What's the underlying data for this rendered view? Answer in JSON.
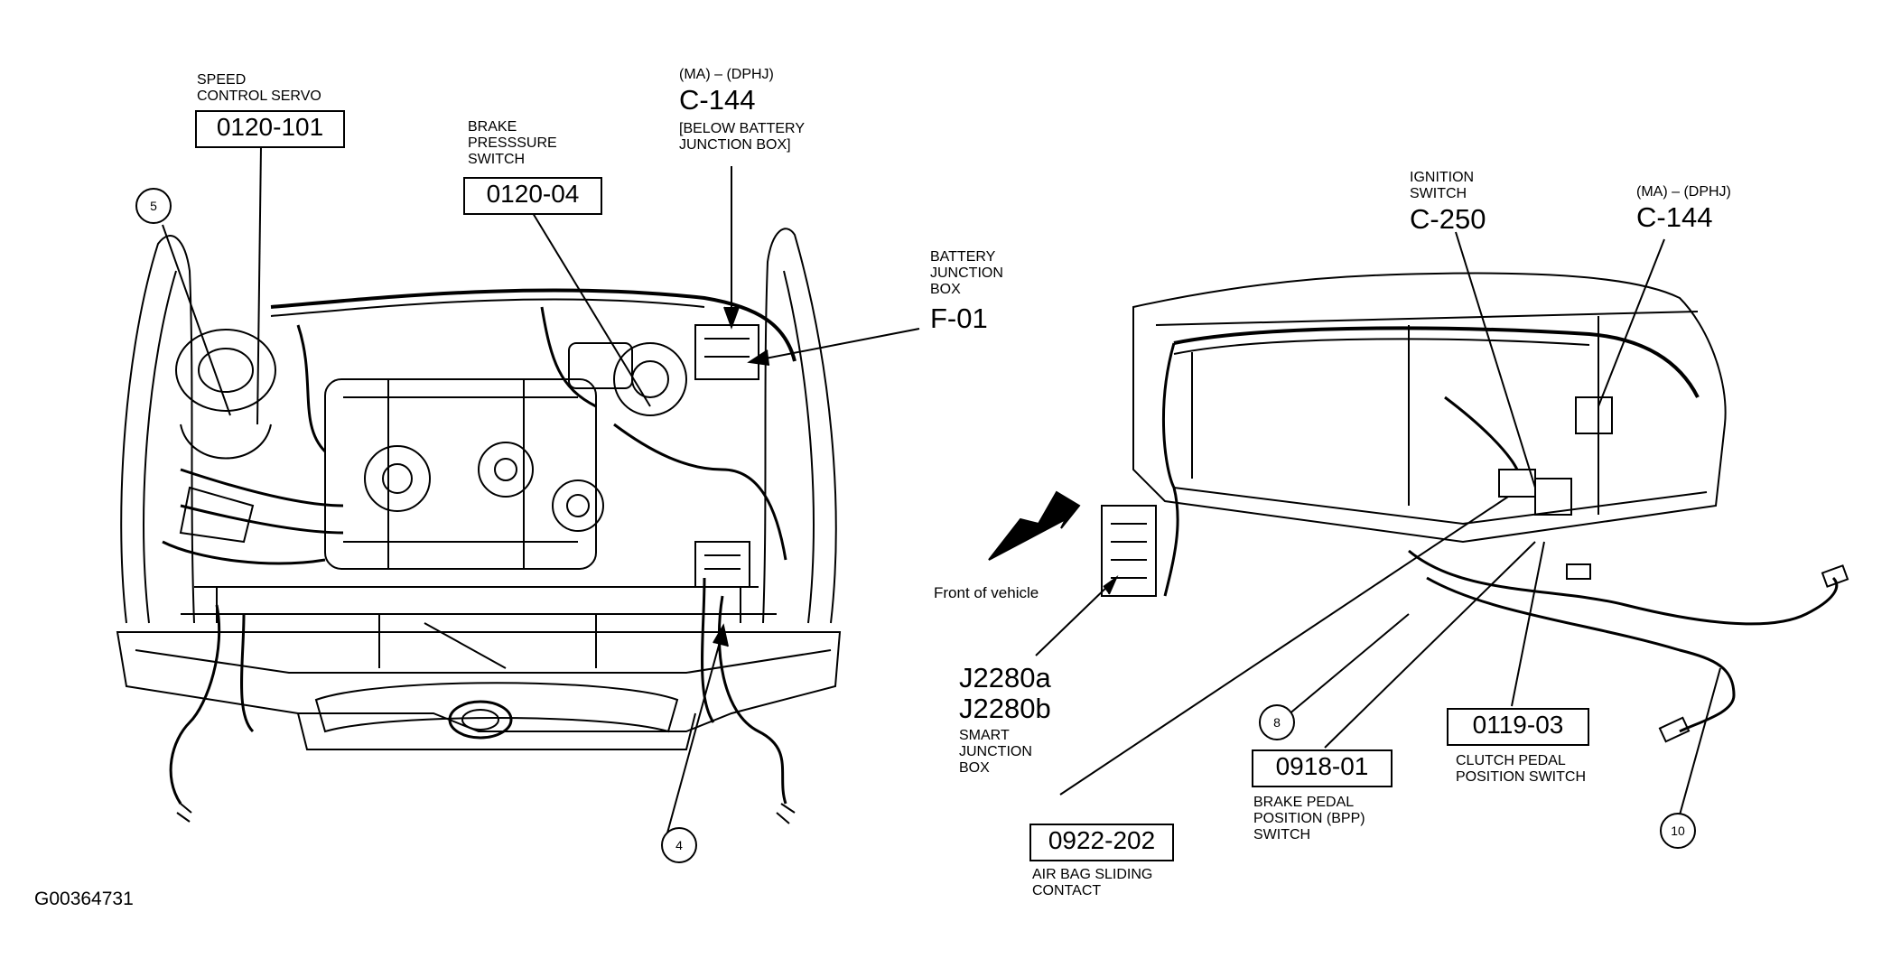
{
  "labels": {
    "speed_control_servo": [
      "SPEED",
      "CONTROL SERVO"
    ],
    "speed_control_servo_code": "0120-101",
    "brake_pressure_switch": [
      "BRAKE",
      "PRESSSURE",
      "SWITCH"
    ],
    "brake_pressure_switch_code": "0120-04",
    "c144_top_variant": "(MA) – (DPHJ)",
    "c144_top_code": "C-144",
    "c144_top_location": [
      "[BELOW BATTERY",
      "JUNCTION BOX]"
    ],
    "battery_junction_box": [
      "BATTERY",
      "JUNCTION",
      "BOX"
    ],
    "battery_junction_box_code": "F-01",
    "ignition_switch": [
      "IGNITION",
      "SWITCH"
    ],
    "ignition_switch_code": "C-250",
    "c144_right_variant": "(MA) – (DPHJ)",
    "c144_right_code": "C-144",
    "front_of_vehicle": "Front of vehicle",
    "smart_junction_box_codes": [
      "J2280a",
      "J2280b"
    ],
    "smart_junction_box": [
      "SMART",
      "JUNCTION",
      "BOX"
    ],
    "air_bag_code": "0922-202",
    "air_bag": [
      "AIR BAG SLIDING",
      "CONTACT"
    ],
    "bpp_code": "0918-01",
    "bpp": [
      "BRAKE PEDAL",
      "POSITION (BPP)",
      "SWITCH"
    ],
    "clutch_code": "0119-03",
    "clutch": [
      "CLUTCH PEDAL",
      "POSITION SWITCH"
    ],
    "figure_id": "G00364731"
  },
  "callouts": [
    "5",
    "4",
    "8",
    "10"
  ],
  "colors": {
    "line": "#000000",
    "background": "#ffffff"
  }
}
